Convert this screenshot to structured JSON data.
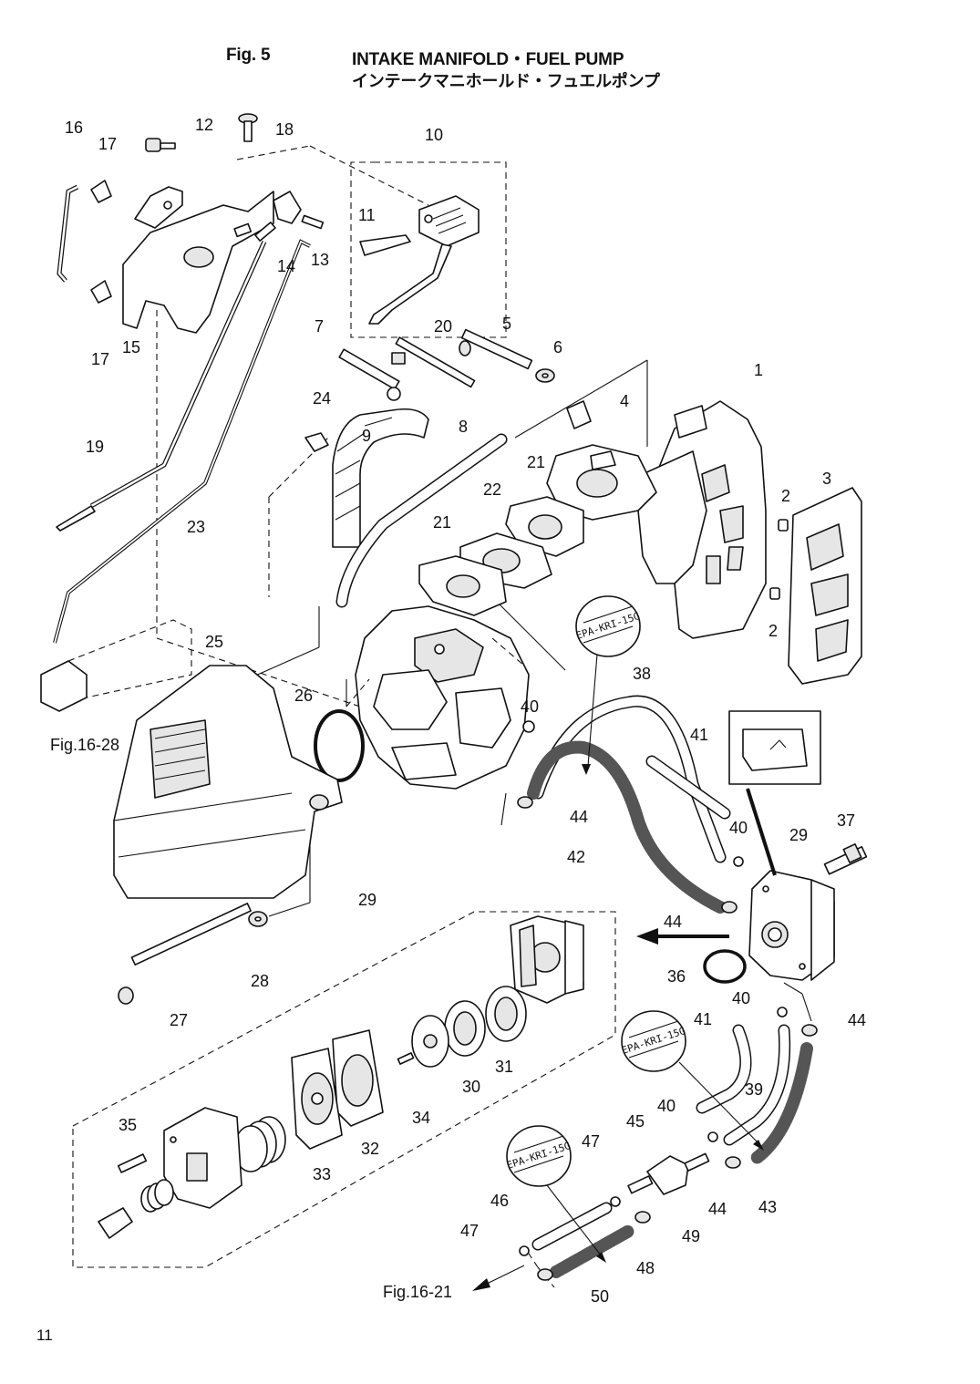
{
  "header": {
    "fig_no": "Fig. 5",
    "title_en": "INTAKE MANIFOLD・FUEL PUMP",
    "title_ja": "インテークマニホールド・フュエルポンプ"
  },
  "page_number": "11",
  "stamps": [
    "EPA-KRI-15G",
    "EPA-KRI-15G",
    "EPA-KRI-15G"
  ],
  "references": {
    "ref_16_28": "Fig.16-28",
    "ref_16_21": "Fig.16-21"
  },
  "callouts": [
    "1",
    "2",
    "2",
    "3",
    "4",
    "5",
    "6",
    "7",
    "8",
    "9",
    "10",
    "11",
    "12",
    "13",
    "14",
    "15",
    "16",
    "17",
    "17",
    "18",
    "19",
    "20",
    "21",
    "21",
    "22",
    "23",
    "24",
    "25",
    "26",
    "27",
    "28",
    "29",
    "29",
    "30",
    "31",
    "32",
    "33",
    "34",
    "35",
    "36",
    "37",
    "38",
    "39",
    "40",
    "40",
    "40",
    "40",
    "41",
    "41",
    "42",
    "43",
    "44",
    "44",
    "44",
    "44",
    "45",
    "46",
    "47",
    "47",
    "48",
    "49",
    "50"
  ]
}
